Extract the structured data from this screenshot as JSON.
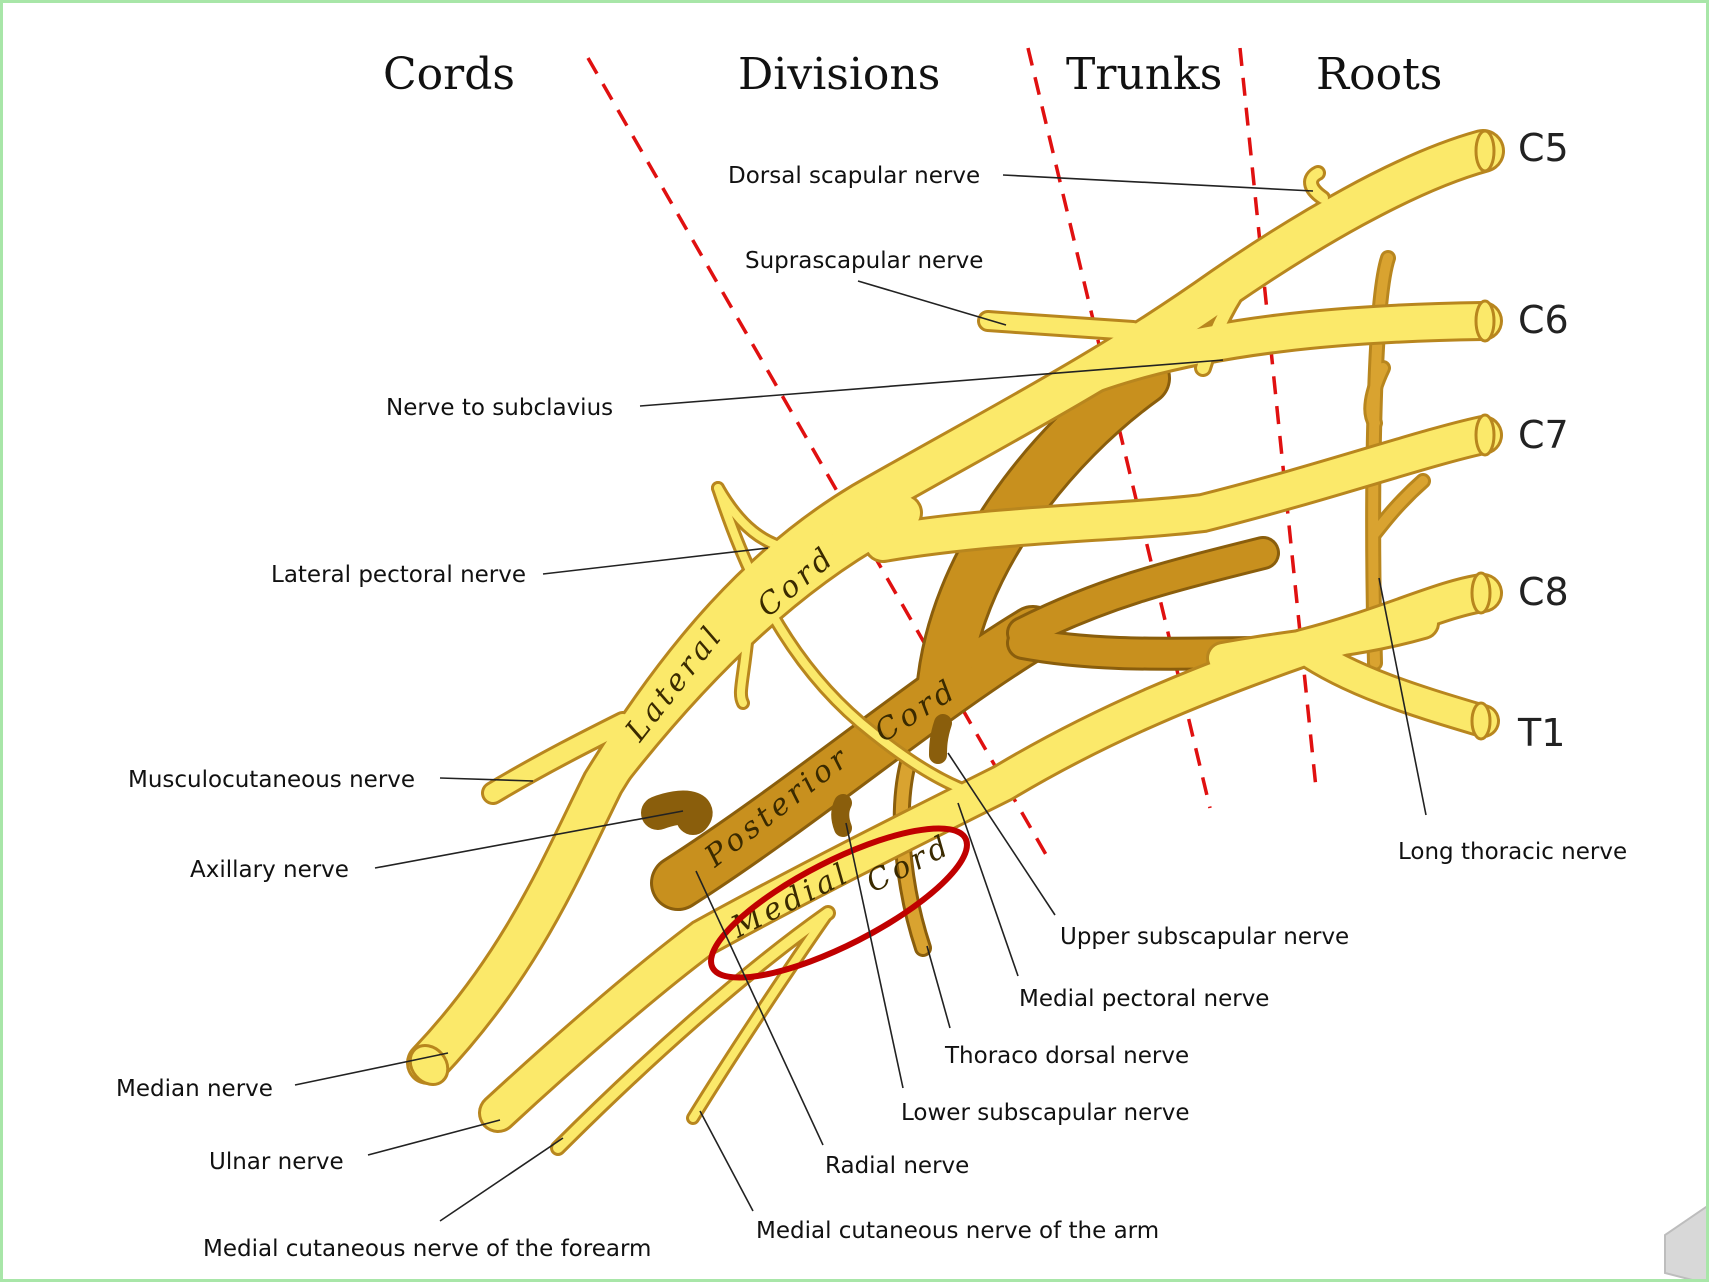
{
  "headers": {
    "cords": "Cords",
    "divisions": "Divisions",
    "trunks": "Trunks",
    "roots": "Roots"
  },
  "roots": {
    "c5": "C5",
    "c6": "C6",
    "c7": "C7",
    "c8": "C8",
    "t1": "T1"
  },
  "cords": {
    "lateral": "Lateral",
    "lateral_cord": "Cord",
    "posterior": "Posterior",
    "posterior_cord": "Cord",
    "medial": "Medial",
    "medial_cord": "Cord"
  },
  "labels": {
    "dorsal_scapular": "Dorsal scapular nerve",
    "suprascapular": "Suprascapular nerve",
    "subclavius": "Nerve to subclavius",
    "lateral_pectoral": "Lateral pectoral nerve",
    "musculocutaneous": "Musculocutaneous nerve",
    "axillary": "Axillary nerve",
    "median": "Median nerve",
    "ulnar": "Ulnar nerve",
    "med_cut_forearm": "Medial cutaneous nerve of the forearm",
    "med_cut_arm": "Medial cutaneous nerve of the arm",
    "radial": "Radial nerve",
    "lower_subscapular": "Lower subscapular nerve",
    "thoracodorsal": "Thoraco dorsal nerve",
    "medial_pectoral": "Medial pectoral nerve",
    "upper_subscapular": "Upper subscapular nerve",
    "long_thoracic": "Long thoracic nerve"
  },
  "colors": {
    "nerve_fill": "#fbe96a",
    "nerve_outline": "#b8861e",
    "posterior_fill": "#c8901e",
    "divider": "#e01010",
    "highlight": "#c00000",
    "border": "#a8e6a8"
  }
}
